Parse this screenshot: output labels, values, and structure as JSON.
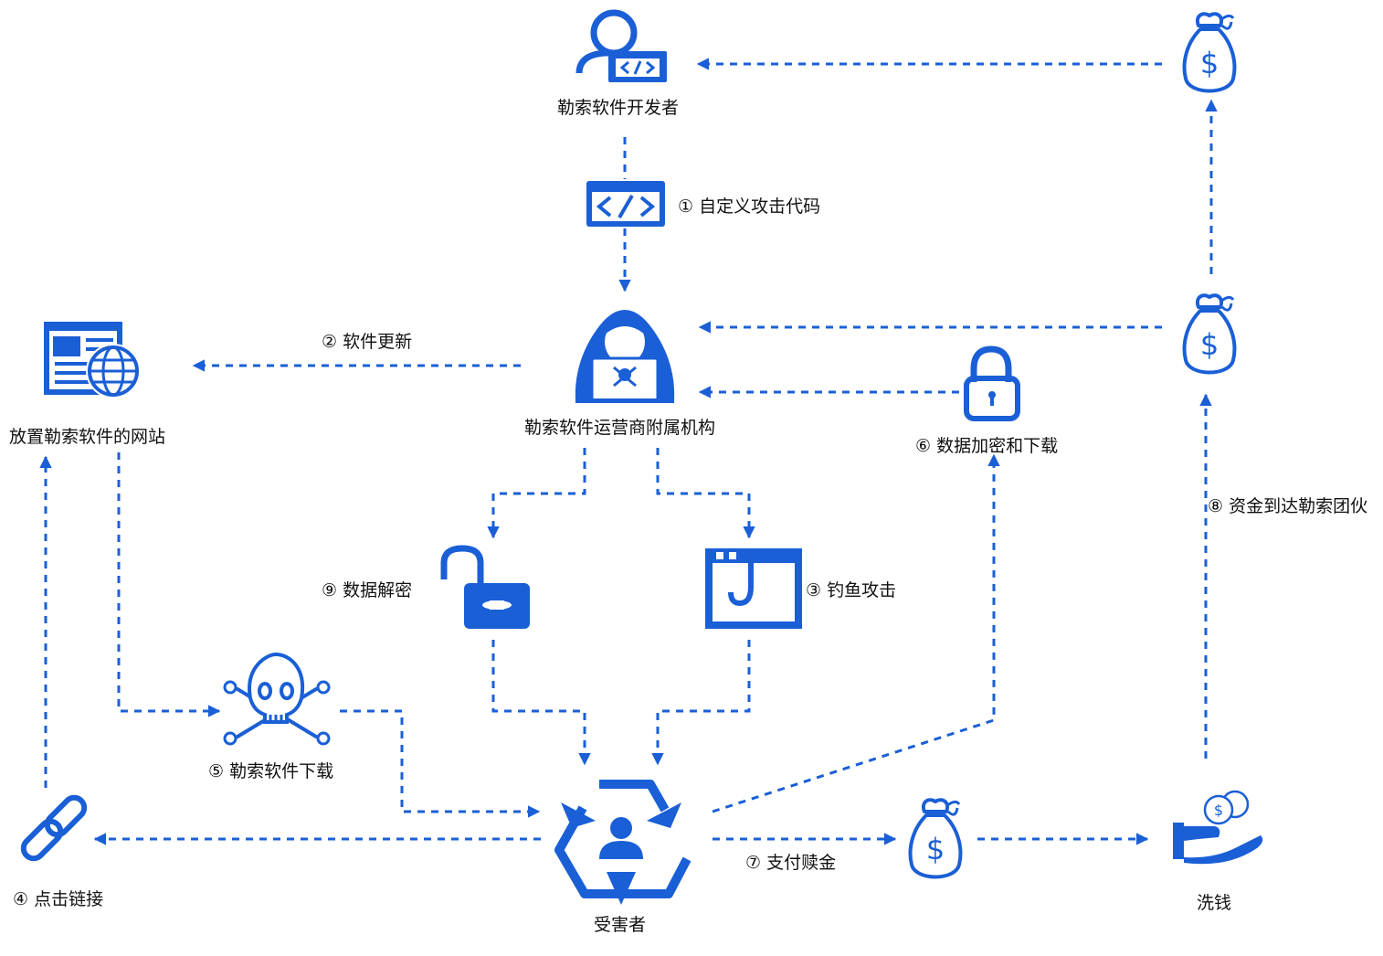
{
  "colors": {
    "accent": "#1a5fd6",
    "text": "#111111",
    "background": "#ffffff"
  },
  "nodes": {
    "developer": {
      "label": "勒索软件开发者",
      "icon": "developer-icon"
    },
    "code": {
      "icon": "code-window-icon"
    },
    "operator": {
      "label": "勒索软件运营商附属机构",
      "icon": "hacker-icon"
    },
    "website": {
      "label": "放置勒索软件的网站",
      "icon": "website-globe-icon"
    },
    "victim": {
      "label": "受害者",
      "icon": "victim-target-icon"
    },
    "laundering": {
      "label": "洗钱",
      "icon": "hand-coins-icon"
    },
    "lock": {
      "icon": "lock-icon"
    },
    "unlock": {
      "icon": "unlock-icon"
    },
    "phishing": {
      "icon": "phishing-hook-icon"
    },
    "skull": {
      "icon": "skull-crossbones-icon"
    },
    "link": {
      "icon": "chain-link-icon"
    },
    "money_bags": {
      "icon": "money-bag-icon"
    }
  },
  "steps": {
    "s1": "① 自定义攻击代码",
    "s2": "② 软件更新",
    "s3": "③ 钓鱼攻击",
    "s4": "④ 点击链接",
    "s5": "⑤ 勒索软件下载",
    "s6": "⑥ 数据加密和下载",
    "s7": "⑦ 支付赎金",
    "s8": "⑧ 资金到达勒索团伙",
    "s9": "⑨ 数据解密"
  }
}
